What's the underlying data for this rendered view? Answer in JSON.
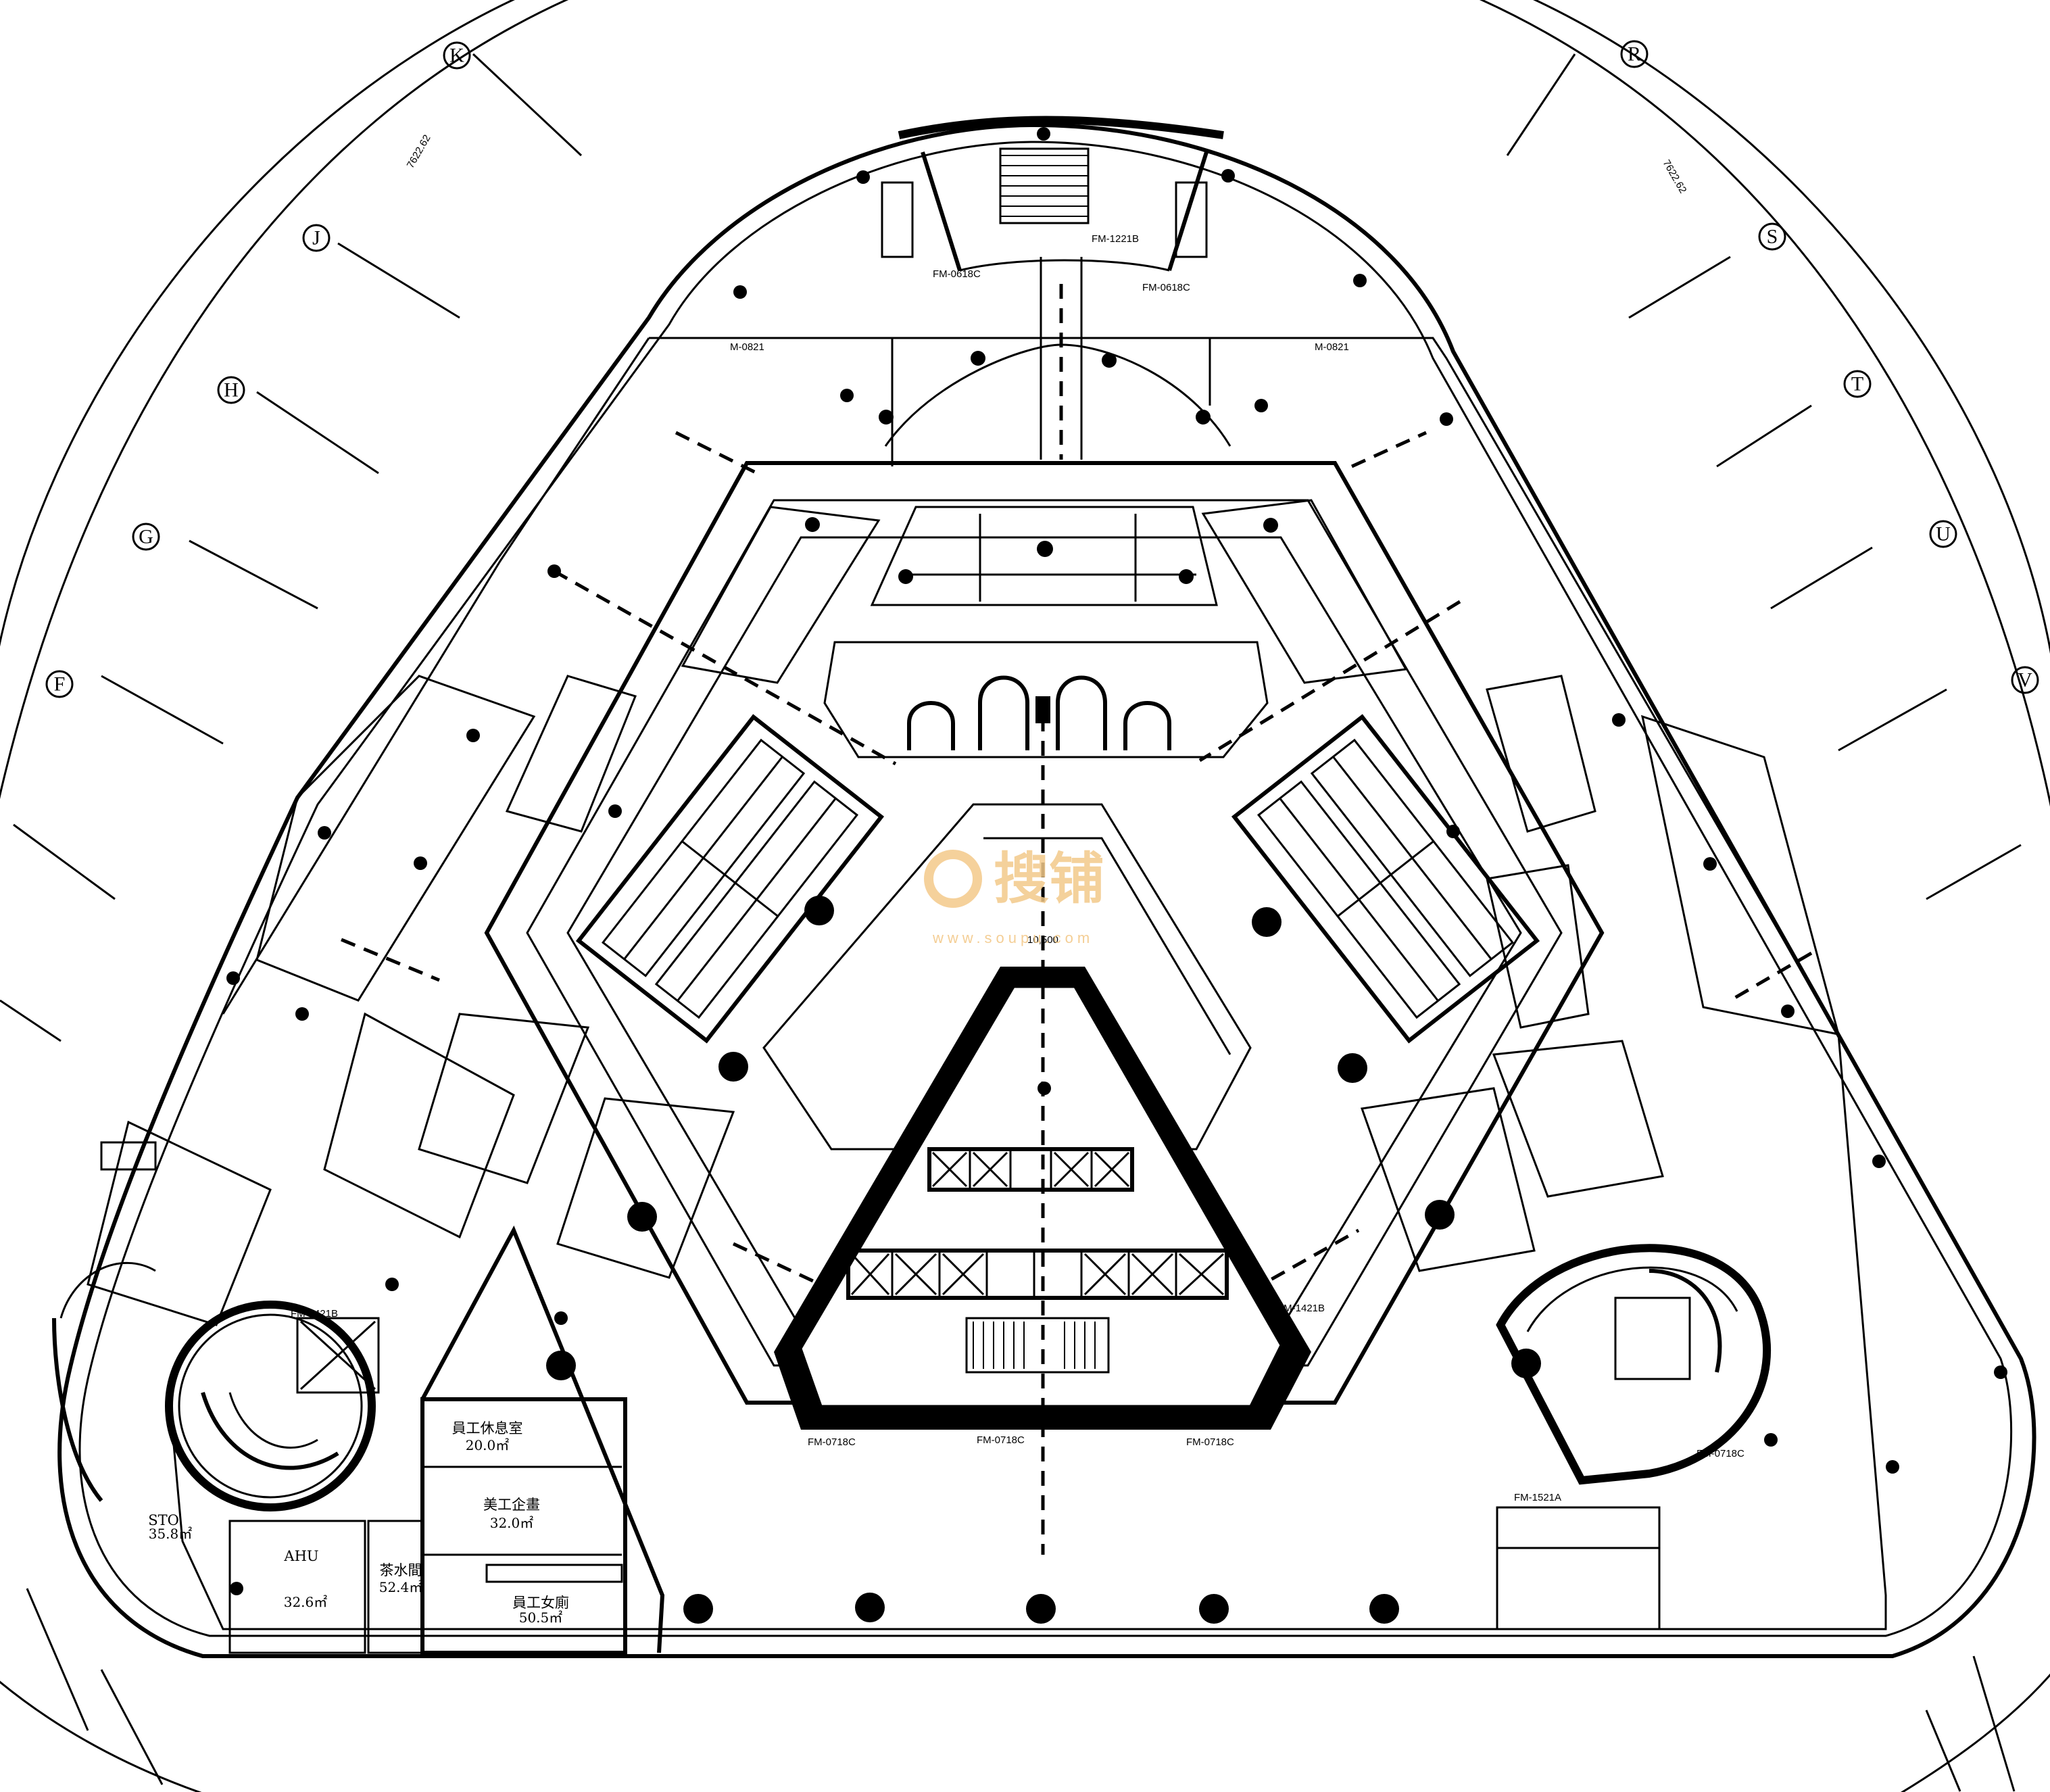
{
  "grid_labels": [
    "K",
    "J",
    "H",
    "G",
    "F",
    "R",
    "S",
    "T",
    "U",
    "V"
  ],
  "dimensions": {
    "left_radius": "7622.62",
    "right_radius": "7622.62",
    "center_span": "10,500"
  },
  "rooms": [
    {
      "id": "staff-lounge",
      "name": "員工休息室",
      "area": "20.0㎡"
    },
    {
      "id": "art-plan",
      "name": "美工企畫",
      "area": "32.0㎡"
    },
    {
      "id": "tea-room",
      "name": "茶水間",
      "area": "52.4㎡"
    },
    {
      "id": "staff-wc-f",
      "name": "員工女廁",
      "area": "50.5㎡"
    },
    {
      "id": "sto",
      "name": "STO",
      "area": "35.8㎡"
    },
    {
      "id": "ahu",
      "name": "AHU",
      "area": "32.6㎡"
    }
  ],
  "door_tags": [
    "FM-1221B",
    "FM-0618C",
    "FM-0618C",
    "FM-1421B",
    "FM-0718C",
    "FM-0718C",
    "FM-0718C",
    "FM-1521A",
    "FM-0718C",
    "FM-1421B",
    "M-0821",
    "M-0821"
  ],
  "watermark": {
    "logo_text": "搜铺",
    "url": "www.soupu.com",
    "color": "#f3c98a"
  }
}
